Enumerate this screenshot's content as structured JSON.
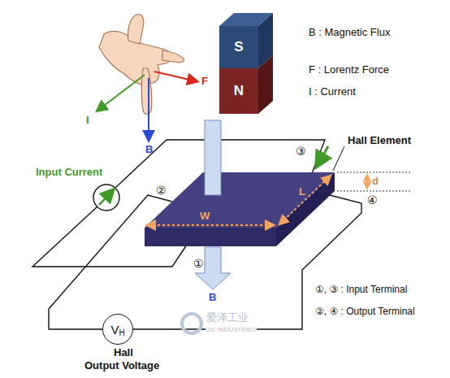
{
  "diagram": {
    "nodes": [
      {
        "text": [
          "S"
        ]
      },
      {
        "text": [
          "N"
        ]
      },
      {
        "text": [
          "V",
          "H"
        ]
      }
    ],
    "labels": [
      "B : Magnetic Flux",
      "F : Lorentz Force",
      "I : Current",
      "F",
      "I",
      "B",
      "③",
      "Hall Element",
      "②",
      "Input Current",
      "L",
      "d",
      "W",
      "④",
      "①",
      "B",
      "①, ③ : Input Terminal",
      "②, ④ : Output Terminal",
      "Hall",
      "Output Voltage",
      "爱泽工业",
      "IZE INDUSTRIES"
    ]
  }
}
